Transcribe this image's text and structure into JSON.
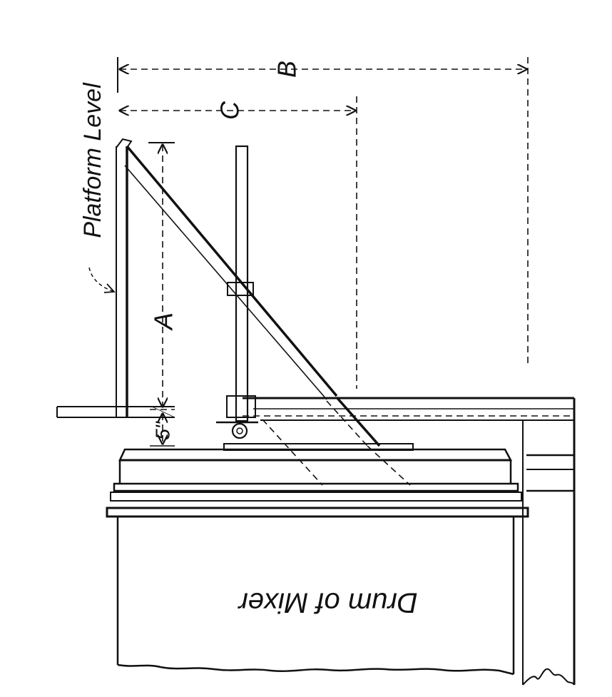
{
  "labels": {
    "platform_level": "Platform Level",
    "dim_b": "B",
    "dim_c": "C",
    "dim_a": "A",
    "dim_5in": "5\"",
    "drum": "Drum of Mixer"
  },
  "colors": {
    "ink": "#111111",
    "paper": "#ffffff"
  }
}
